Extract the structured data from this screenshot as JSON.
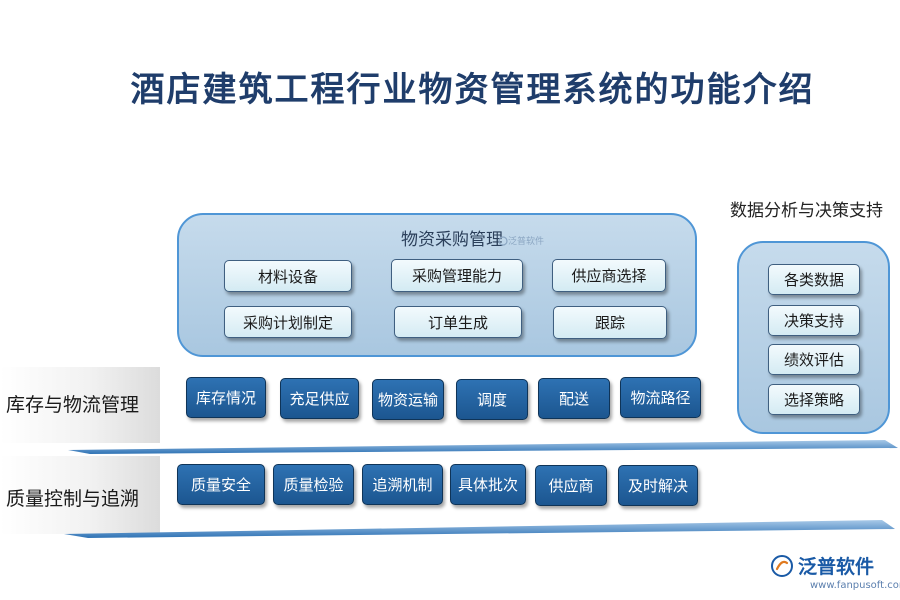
{
  "title": "酒店建筑工程行业物资管理系统的功能介绍",
  "procurement": {
    "title": "物资采购管理",
    "items": [
      "材料设备",
      "采购管理能力",
      "供应商选择",
      "采购计划制定",
      "订单生成",
      "跟踪"
    ]
  },
  "decision": {
    "title": "数据分析与决策支持",
    "items": [
      "各类数据",
      "决策支持",
      "绩效评估",
      "选择策略"
    ]
  },
  "inventory": {
    "label": "库存与物流管理",
    "items": [
      "库存情况",
      "充足供应",
      "物资运输",
      "调度",
      "配送",
      "物流路径"
    ]
  },
  "quality": {
    "label": "质量控制与追溯",
    "items": [
      "质量安全",
      "质量检验",
      "追溯机制",
      "具体批次",
      "供应商",
      "及时解决"
    ]
  },
  "watermark": "泛普软件",
  "logo": {
    "name": "泛普软件",
    "url": "www.fanpusoft.com",
    "icon": "fanpu-logo-icon"
  },
  "colors": {
    "title": "#1f3d6b",
    "panel_border": "#4f96d6",
    "dark_button": "#1c5690",
    "shelf": "#2f73b5"
  }
}
